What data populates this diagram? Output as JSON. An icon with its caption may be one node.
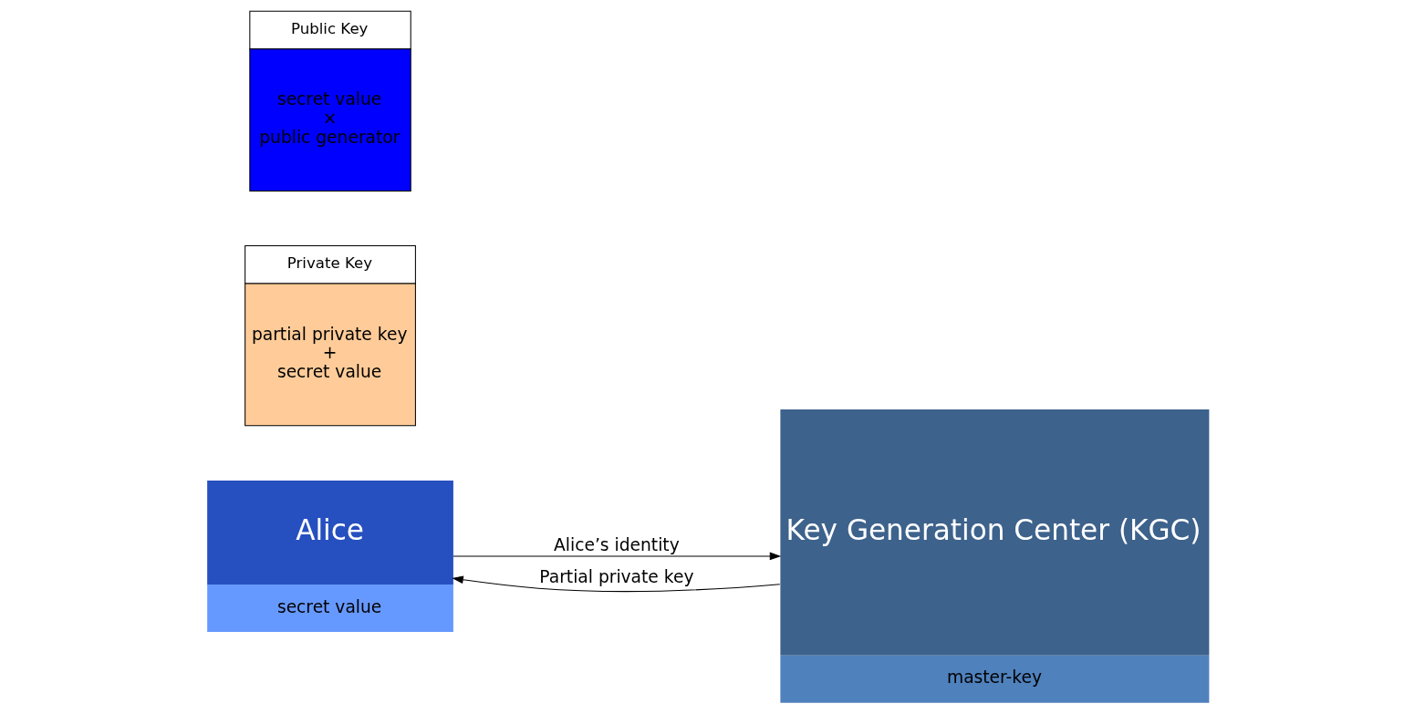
{
  "diagram": {
    "nodes": [
      {
        "text": [
          "Alice",
          "secret value"
        ]
      },
      {
        "text": [
          "Key Generation Center (KGC)",
          "master-key"
        ]
      },
      {
        "text": [
          "Private Key",
          "partial private key",
          "+",
          "secret value"
        ]
      },
      {
        "text": [
          "Public Key",
          "secret value",
          "×",
          "public generator"
        ]
      }
    ],
    "edges": [
      {
        "from": 0,
        "to": 1,
        "arrow": "to",
        "label": "Alice’s identity"
      },
      {
        "from": 1,
        "to": 0,
        "arrow": "to",
        "label": "Partial private key"
      }
    ]
  }
}
